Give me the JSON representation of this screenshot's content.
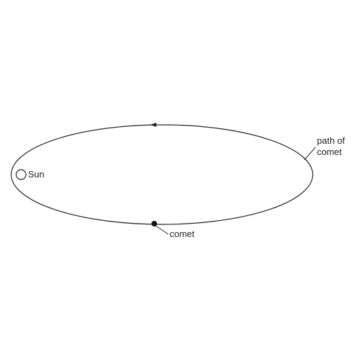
{
  "labels": {
    "sun": "Sun",
    "path_line1": "path of",
    "path_line2": "comet",
    "comet": "comet"
  },
  "colors": {
    "line": "#222222",
    "background": "#ffffff"
  }
}
